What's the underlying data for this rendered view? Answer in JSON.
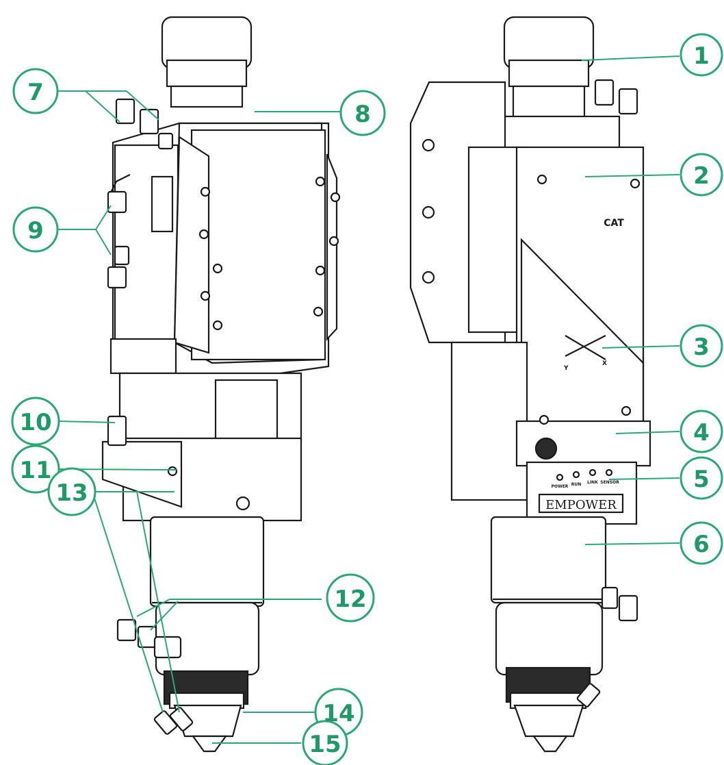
{
  "callouts": [
    {
      "id": "1",
      "label": "1"
    },
    {
      "id": "2",
      "label": "2"
    },
    {
      "id": "3",
      "label": "3"
    },
    {
      "id": "4",
      "label": "4"
    },
    {
      "id": "5",
      "label": "5"
    },
    {
      "id": "6",
      "label": "6"
    },
    {
      "id": "7",
      "label": "7"
    },
    {
      "id": "8",
      "label": "8"
    },
    {
      "id": "9",
      "label": "9"
    },
    {
      "id": "10",
      "label": "10"
    },
    {
      "id": "11",
      "label": "11"
    },
    {
      "id": "12",
      "label": "12"
    },
    {
      "id": "13",
      "label": "13"
    },
    {
      "id": "14",
      "label": "14"
    },
    {
      "id": "15",
      "label": "15"
    }
  ],
  "device": {
    "brand_plate": "EMPOWER",
    "logo_text": "CAT",
    "axis_y": "Y",
    "axis_x": "X",
    "leds": [
      "POWER",
      "RUN",
      "LINK",
      "SENSOR"
    ]
  },
  "colors": {
    "callout": "#2aa874",
    "callout_text": "#1f9a66",
    "outline": "#1a1a1a"
  }
}
